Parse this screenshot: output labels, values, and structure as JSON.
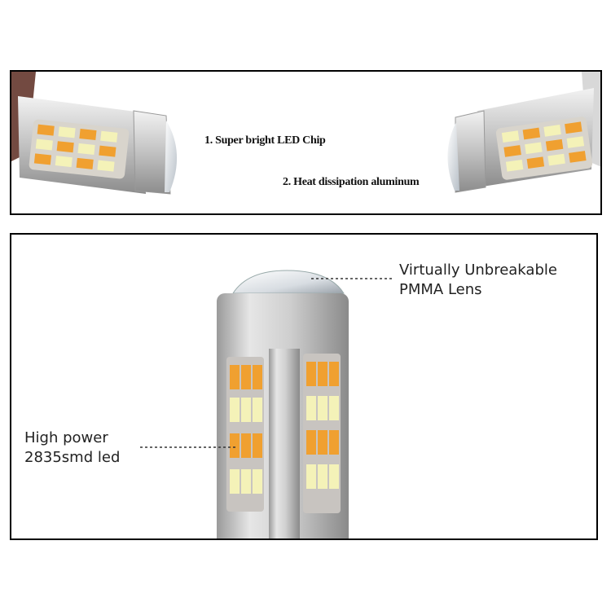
{
  "top_panel": {
    "label_1": "1. Super bright LED Chip",
    "label_2": "2. Heat dissipation aluminum"
  },
  "bottom_panel": {
    "lens_label_line1": "Virtually Unbreakable",
    "lens_label_line2": "PMMA Lens",
    "led_label_line1": "High power",
    "led_label_line2": "2835smd led"
  },
  "colors": {
    "frame": "#000000",
    "aluminum": "#c9c9c9",
    "led_amber": "#f0a030",
    "led_white": "#f4f2b8",
    "pcb": "#c8c4c0"
  }
}
